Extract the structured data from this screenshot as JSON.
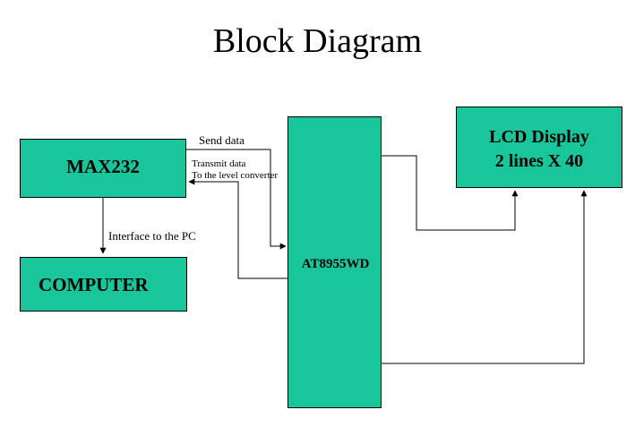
{
  "diagram": {
    "title": "Block Diagram",
    "block_color": "#19c69b",
    "blocks": {
      "max232": "MAX232",
      "computer": "COMPUTER",
      "microcontroller": "AT8955WD",
      "lcd_line1": "LCD Display",
      "lcd_line2": "2 lines X 40"
    },
    "connections": {
      "send_data": "Send data",
      "transmit_line1": "Transmit data",
      "transmit_line2": "To the level converter",
      "interface": "Interface to the PC"
    }
  }
}
